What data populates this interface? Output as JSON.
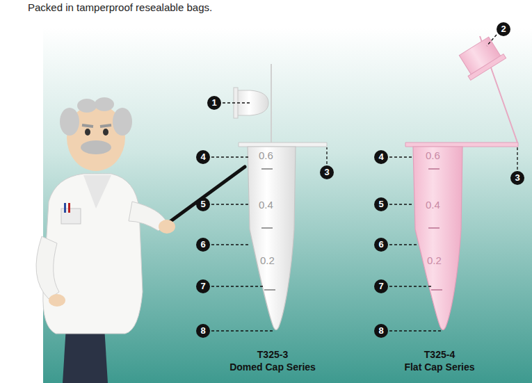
{
  "diagram": {
    "labels": [
      "Packed in tamperproof resealable bags.",
      "1",
      "2",
      "4",
      "5",
      "6",
      "7",
      "8",
      "3",
      "0.6",
      "0.4",
      "0.2",
      "4",
      "5",
      "6",
      "7",
      "8",
      "3",
      "0.6",
      "0.4",
      "0.2",
      "T325-3",
      "Domed Cap Series",
      "T325-4",
      "Flat Cap Series"
    ]
  }
}
